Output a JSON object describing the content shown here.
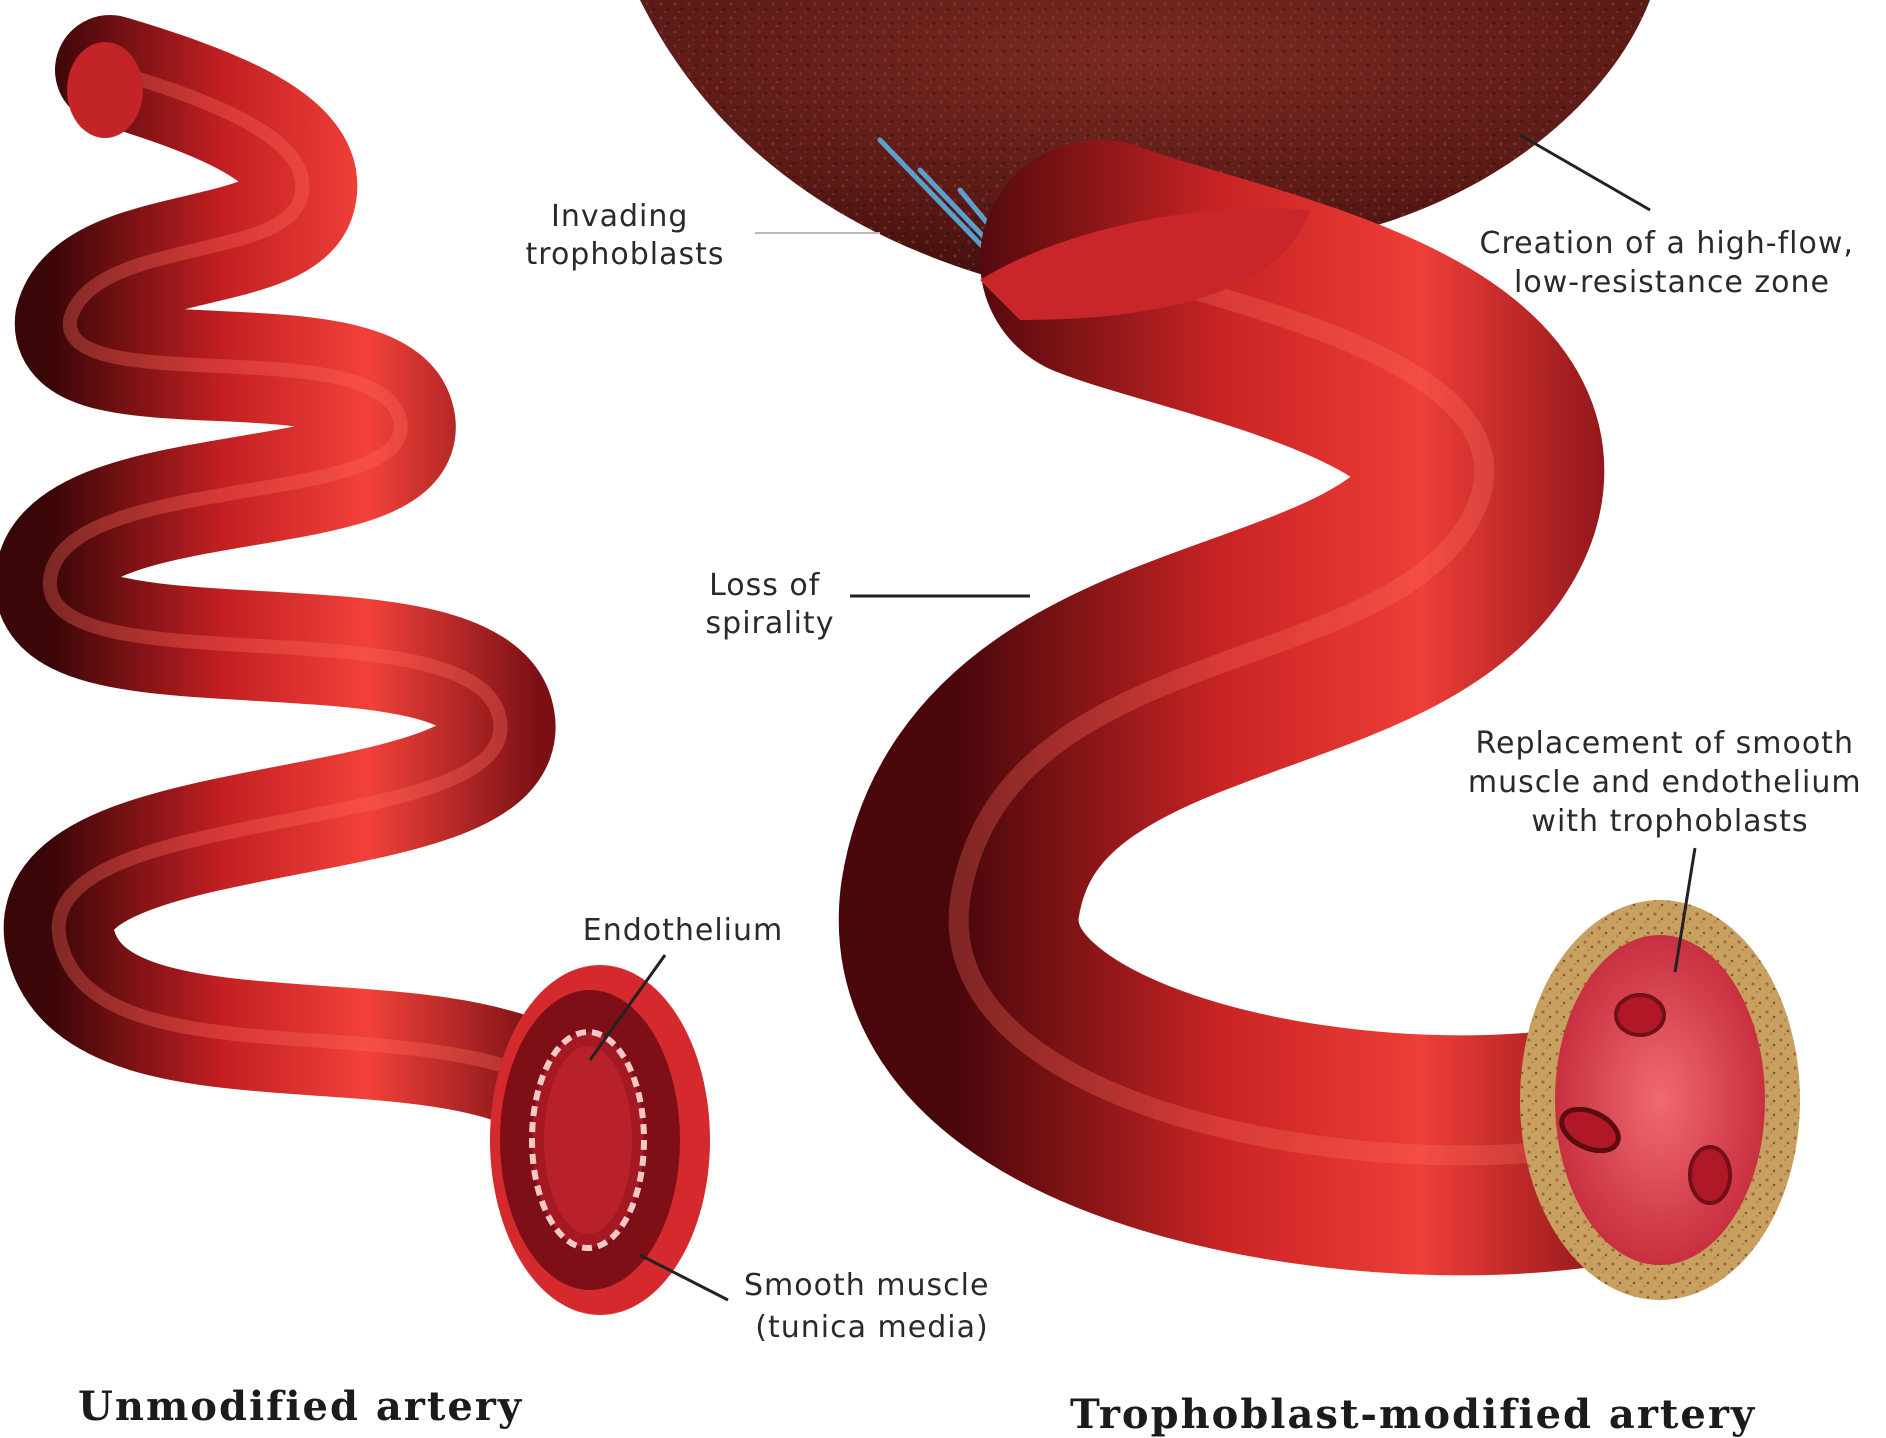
{
  "colors": {
    "artery_red": "#d92a2a",
    "artery_dark": "#5a0c10",
    "artery_light": "#ff5a4a",
    "placenta": "#5a1a16",
    "trophoblast_tan": "#c8a060",
    "trophoblast_blue": "#5ab8f0",
    "label_text": "#2a2a2a",
    "leader_line": "#222222"
  },
  "labels": {
    "invading": [
      "Invading",
      "trophoblasts"
    ],
    "high_flow": [
      "Creation of a high-flow,",
      "low-resistance zone"
    ],
    "loss": [
      "Loss of",
      "spirality"
    ],
    "replacement": [
      "Replacement of smooth",
      "muscle and endothelium",
      "with trophoblasts"
    ],
    "endothelium": "Endothelium",
    "smooth_muscle": [
      "Smooth muscle",
      "(tunica media)"
    ]
  },
  "titles": {
    "left": "Unmodified artery",
    "right": "Trophoblast-modified artery"
  }
}
